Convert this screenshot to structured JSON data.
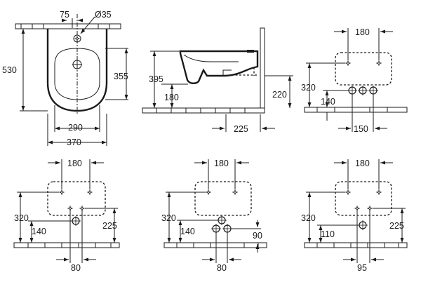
{
  "views": {
    "top": {
      "d1": "75",
      "d2": "Ø35",
      "d3": "530",
      "d4": "355",
      "d5": "290",
      "d6": "370"
    },
    "side": {
      "d1": "395",
      "d2": "180",
      "d3": "220",
      "d4": "225"
    },
    "panel1": {
      "d1": "180",
      "d2": "320",
      "d3": "140",
      "d4": "150"
    },
    "panel2": {
      "d1": "180",
      "d2": "320",
      "d3": "140",
      "d4": "225",
      "d5": "80"
    },
    "panel3": {
      "d1": "180",
      "d2": "320",
      "d3": "140",
      "d4": "90",
      "d5": "80"
    },
    "panel4": {
      "d1": "180",
      "d2": "320",
      "d3": "110",
      "d4": "225",
      "d5": "95"
    }
  }
}
